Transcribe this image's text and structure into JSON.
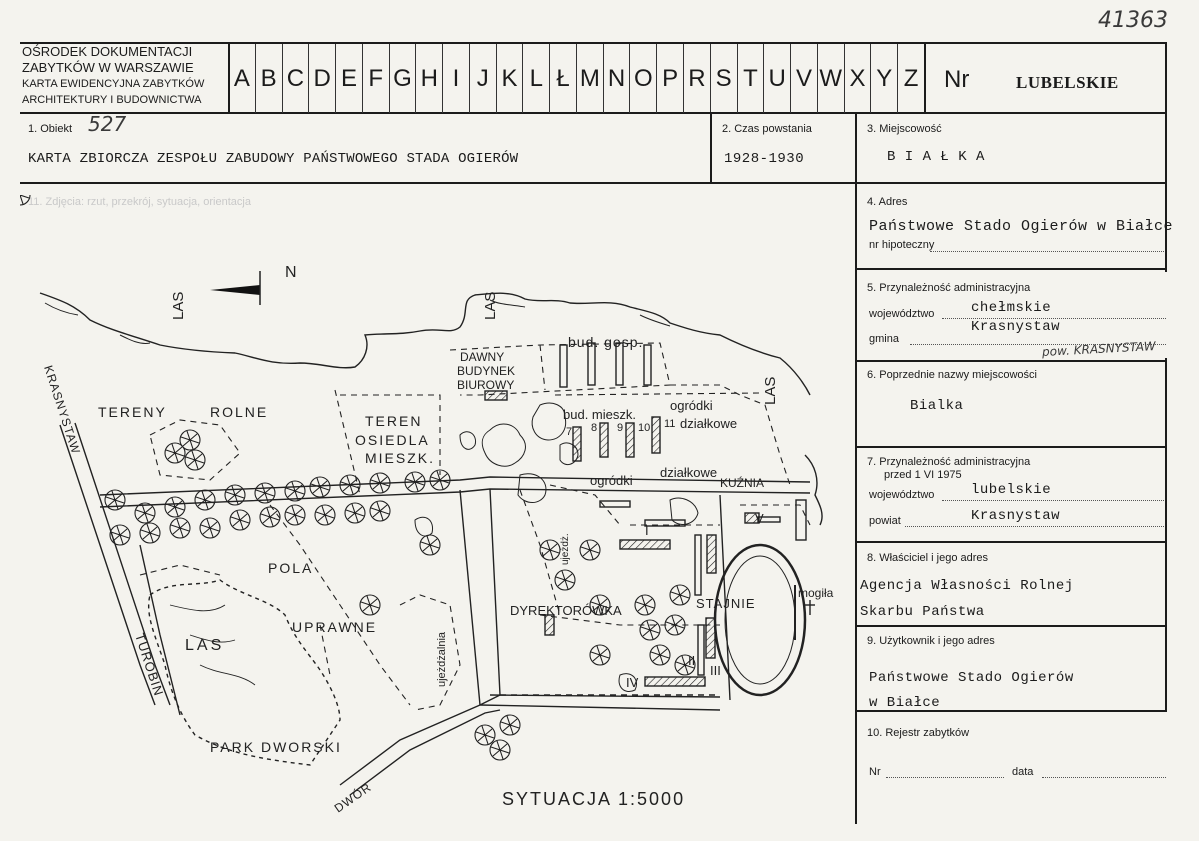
{
  "header": {
    "org_line1": "OŚRODEK DOKUMENTACJI",
    "org_line2": "ZABYTKÓW W WARSZAWIE",
    "org_line3": "KARTA EWIDENCYJNA ZABYTKÓW",
    "org_line4": "ARCHITEKTURY I BUDOWNICTWA",
    "letters": [
      "A",
      "B",
      "C",
      "D",
      "E",
      "F",
      "G",
      "H",
      "I",
      "J",
      "K",
      "L",
      "Ł",
      "M",
      "N",
      "O",
      "P",
      "R",
      "S",
      "T",
      "U",
      "V",
      "W",
      "X",
      "Y",
      "Z"
    ],
    "nr_label": "Nr",
    "nr_value": "LUBELSKIE",
    "corner_number": "41363"
  },
  "fields": {
    "obiekt": {
      "label": "1. Obiekt",
      "number": "527",
      "value": "KARTA ZBIORCZA ZESPOŁU ZABUDOWY PAŃSTWOWEGO STADA OGIERÓW"
    },
    "czas": {
      "label": "2. Czas powstania",
      "value": "1928-1930"
    },
    "miejscowosc": {
      "label": "3. Miejscowość",
      "value": "B I A Ł K A"
    },
    "adres": {
      "label": "4. Adres",
      "value": "Państwowe Stado Ogierów w Białce",
      "hipoteczny_label": "nr hipoteczny"
    },
    "przynaleznosc": {
      "label": "5. Przynależność administracyjna",
      "woj_label": "województwo",
      "woj_value": "chełmskie",
      "gmina_label": "gmina",
      "gmina_value": "Krasnystaw",
      "annotation": "pow. KRASNYSTAW"
    },
    "poprzednie": {
      "label": "6. Poprzednie nazwy miejscowości",
      "value": "Bialka"
    },
    "przynaleznosc_przed": {
      "label": "7. Przynależność administracyjna",
      "label2": "przed 1 VI 1975",
      "woj_label": "województwo",
      "woj_value": "lubelskie",
      "powiat_label": "powiat",
      "powiat_value": "Krasnystaw"
    },
    "wlasciciel": {
      "label": "8. Właściciel i jego adres",
      "value1": "Agencja Własności Rolnej",
      "value2": "Skarbu Państwa"
    },
    "uzytkownik": {
      "label": "9. Użytkownik i jego adres",
      "value1": "Państwowe Stado Ogierów",
      "value2": "w Białce"
    },
    "rejestr": {
      "label": "10. Rejestr zabytków",
      "nr_label": "Nr",
      "data_label": "data"
    }
  },
  "photo_section": {
    "label": "11. Zdjęcia: rzut, przekrój, sytuacja, orientacja"
  },
  "map": {
    "caption": "SYTUACJA 1:5000",
    "north": "N",
    "labels": {
      "las1": "LAS",
      "las2": "LAS",
      "las3": "LAS",
      "las4": "LAS",
      "krasnystaw": "KRASNYSTAW",
      "turobin": "TUROBIN",
      "dwor": "DWÓR",
      "tereny_rolne1": "TERENY",
      "tereny_rolne2": "ROLNE",
      "teren1": "TEREN",
      "teren2": "OSIEDLA",
      "teren3": "MIESZK.",
      "dawny1": "DAWNY",
      "dawny2": "BUDYNEK",
      "dawny3": "BIUROWY",
      "bud_gosp": "bud. gosp.",
      "bud_mieszk": "bud. mieszk.",
      "ogrodki1": "ogródki",
      "ogrodki2": "działkowe",
      "ogrodki3": "ogródki",
      "dzialkowe2": "działkowe",
      "kuznia": "KUŹNIA",
      "pola1": "POLA",
      "pola2": "UPRAWNE",
      "park": "PARK DWORSKI",
      "dyrektorowka": "DYREKTORÓWKA",
      "stajnie": "STAJNIE",
      "ujezdzalnia1": "ujeżdżalnia",
      "ujezdzalnia2": "ujeżdż.",
      "mogila": "mogiła",
      "r7": "7",
      "r8": "8",
      "r9": "9",
      "r10": "10",
      "r11": "11",
      "rI": "I",
      "rII": "II",
      "rIII": "III",
      "rIV": "IV",
      "rV": "V"
    }
  }
}
